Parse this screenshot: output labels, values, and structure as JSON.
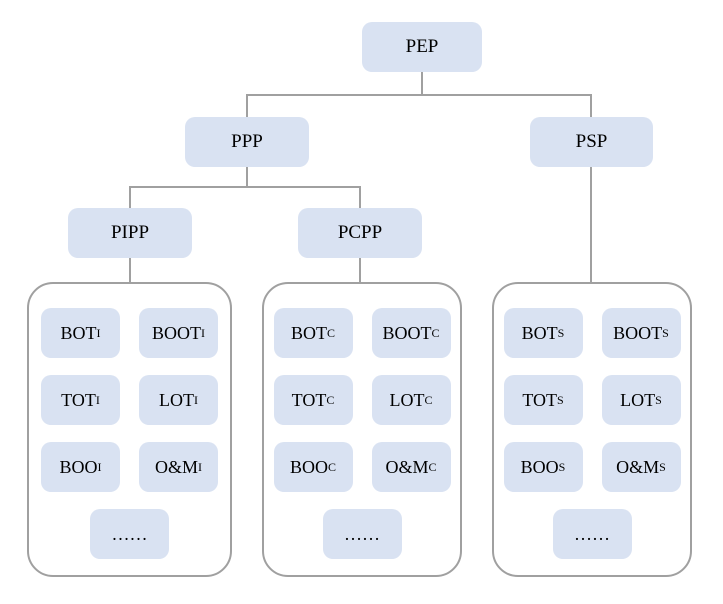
{
  "nodes": {
    "root": "PEP",
    "ppp": "PPP",
    "psp": "PSP",
    "pipp": "PIPP",
    "pcpp": "PCPP"
  },
  "groups": [
    {
      "subscript": "I",
      "items": [
        {
          "main": "BOT",
          "sub": "I"
        },
        {
          "main": "BOOT",
          "sub": "I"
        },
        {
          "main": "TOT",
          "sub": "I"
        },
        {
          "main": "LOT",
          "sub": "I"
        },
        {
          "main": "BOO",
          "sub": "I"
        },
        {
          "main": "O&M",
          "sub": "I"
        },
        {
          "main": "……",
          "sub": ""
        }
      ]
    },
    {
      "subscript": "C",
      "items": [
        {
          "main": "BOT",
          "sub": "C"
        },
        {
          "main": "BOOT",
          "sub": "C"
        },
        {
          "main": "TOT",
          "sub": "C"
        },
        {
          "main": "LOT",
          "sub": "C"
        },
        {
          "main": "BOO",
          "sub": "C"
        },
        {
          "main": "O&M",
          "sub": "C"
        },
        {
          "main": "……",
          "sub": ""
        }
      ]
    },
    {
      "subscript": "S",
      "items": [
        {
          "main": "BOT",
          "sub": "S"
        },
        {
          "main": "BOOT",
          "sub": "S"
        },
        {
          "main": "TOT",
          "sub": "S"
        },
        {
          "main": "LOT",
          "sub": "S"
        },
        {
          "main": "BOO",
          "sub": "S"
        },
        {
          "main": "O&M",
          "sub": "S"
        },
        {
          "main": "……",
          "sub": ""
        }
      ]
    }
  ],
  "colors": {
    "box_fill": "#d9e2f2",
    "line": "#a0a0a0",
    "text": "#000000",
    "background": "#ffffff"
  }
}
